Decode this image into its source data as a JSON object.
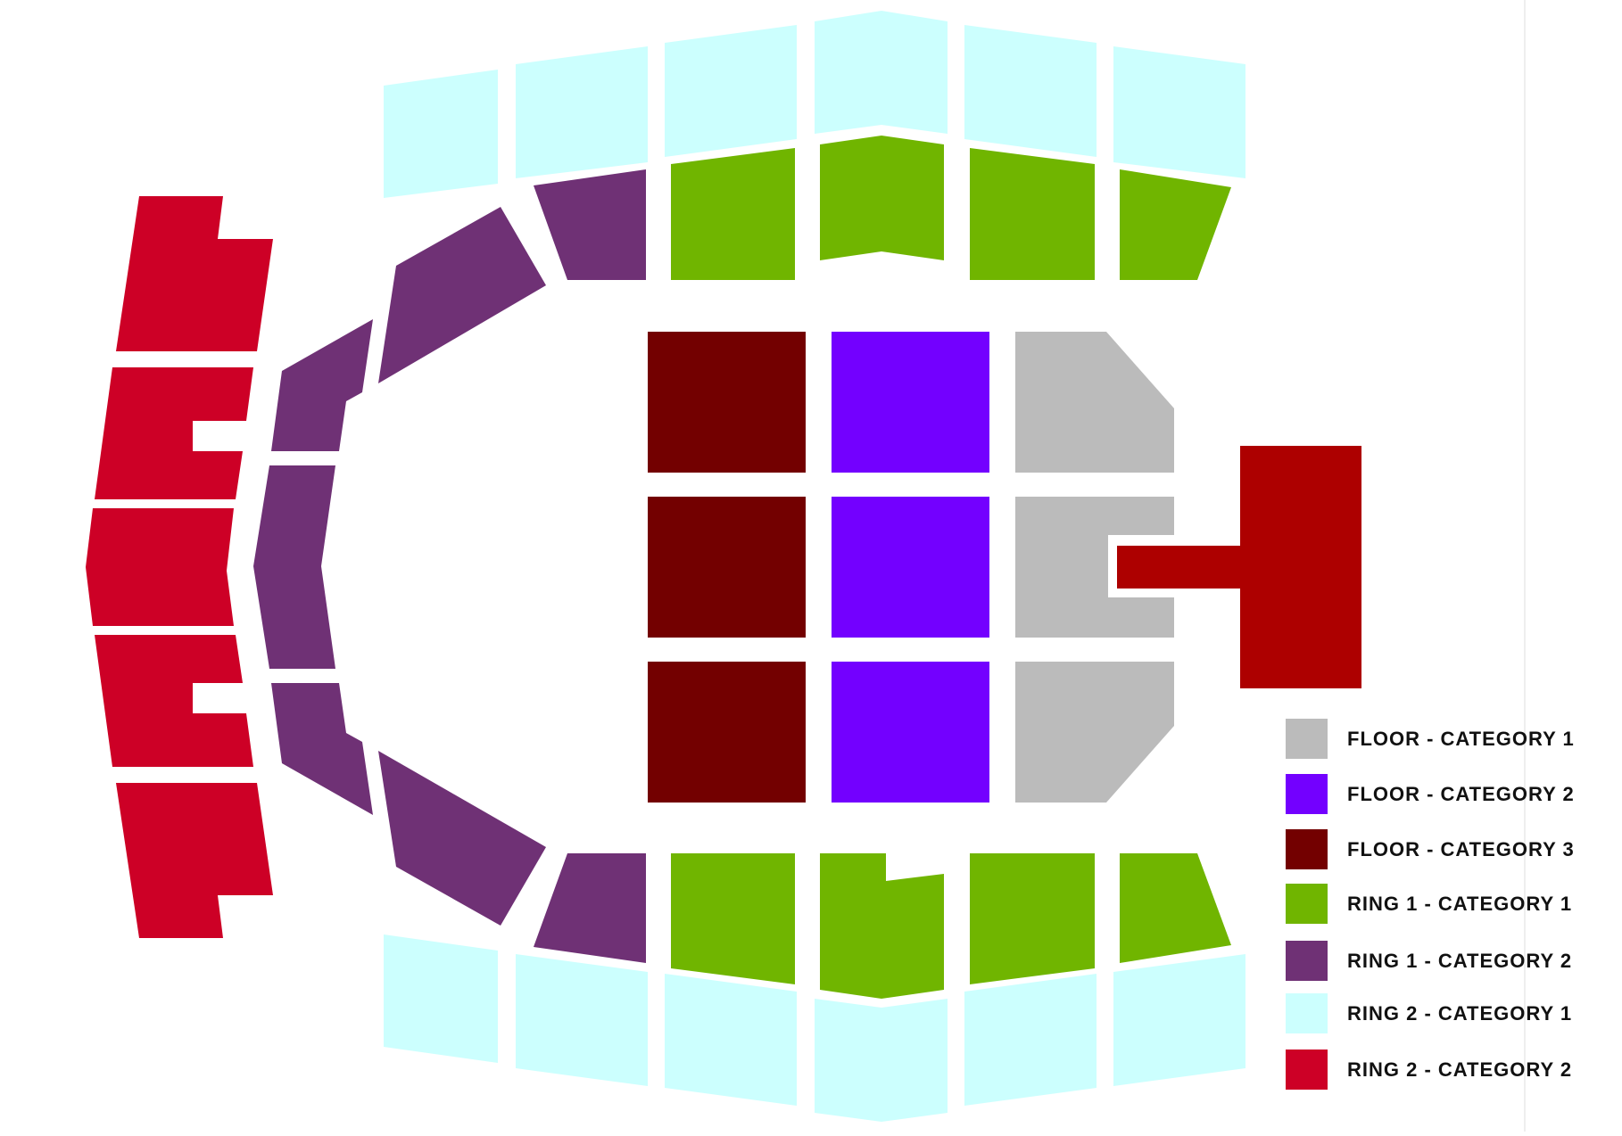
{
  "colors": {
    "floor_cat1": "#bbbbbb",
    "floor_cat2": "#7300ff",
    "floor_cat3": "#730000",
    "ring1_cat1": "#70b500",
    "ring1_cat2": "#6f3175",
    "ring2_cat1": "#ccfffe",
    "ring2_cat2": "#cd0026",
    "stage": "#ad0000"
  },
  "legend": [
    {
      "label": "FLOOR - CATEGORY 1",
      "color_key": "floor_cat1"
    },
    {
      "label": "FLOOR - CATEGORY 2",
      "color_key": "floor_cat2"
    },
    {
      "label": "FLOOR - CATEGORY 3",
      "color_key": "floor_cat3"
    },
    {
      "label": "RING 1 - CATEGORY 1",
      "color_key": "ring1_cat1"
    },
    {
      "label": "RING 1 - CATEGORY 2",
      "color_key": "ring1_cat2"
    },
    {
      "label": "RING 2 - CATEGORY 1",
      "color_key": "ring2_cat1"
    },
    {
      "label": "RING 2 - CATEGORY 2",
      "color_key": "ring2_cat2"
    }
  ]
}
